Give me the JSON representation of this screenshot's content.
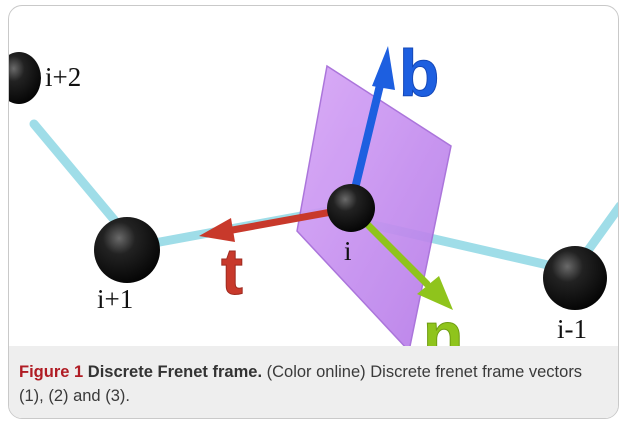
{
  "figure": {
    "labels": {
      "i_plus_2": "i+2",
      "i_plus_1": "i+1",
      "i": "i",
      "i_minus_1": "i-1"
    },
    "vectors": {
      "binormal": "b",
      "tangent": "t",
      "normal": "n"
    },
    "colors": {
      "binormal": "#1d5fe0",
      "tangent": "#c8392b",
      "normal": "#8fc41c",
      "plane": "#c88cf2",
      "bond": "#9fdde8",
      "bead": "#0c0c0c"
    },
    "caption": {
      "label": "Figure 1",
      "title": "Discrete Frenet frame.",
      "text": " (Color online) Discrete frenet frame vectors (1), (2) and (3)."
    }
  }
}
